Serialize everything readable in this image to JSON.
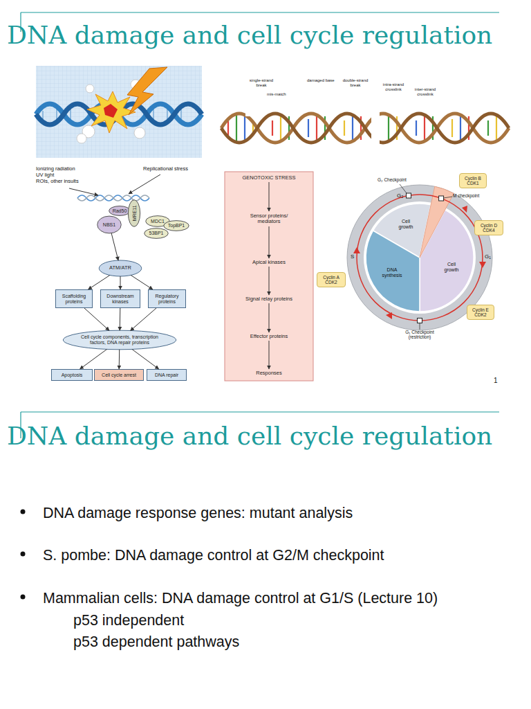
{
  "diagram": {
    "title": "DNA damage and cell cycle regulation",
    "nodes": [
      {
        "text": [
          "Rad50"
        ]
      },
      {
        "text": [
          "MRE11"
        ]
      },
      {
        "text": [
          "NBS1"
        ]
      },
      {
        "text": [
          "MDC1"
        ]
      },
      {
        "text": [
          "TopBP1"
        ]
      },
      {
        "text": [
          "53BP1"
        ]
      },
      {
        "text": [
          "ATM/ATR"
        ]
      },
      {
        "text": [
          "Scaffolding proteins"
        ]
      },
      {
        "text": [
          "Downstream kinases"
        ]
      },
      {
        "text": [
          "Regulatory proteins"
        ]
      },
      {
        "text": [
          "Cell cycle components, transcription factors, DNA repair proteins"
        ]
      },
      {
        "text": [
          "Apoptosis"
        ]
      },
      {
        "text": [
          "Cell cycle arrest"
        ]
      },
      {
        "text": [
          "DNA repair"
        ]
      },
      {
        "text": [
          "GENOTOXIC STRESS"
        ]
      },
      {
        "text": [
          "Sensor proteins/ mediators"
        ]
      },
      {
        "text": [
          "Apical kinases"
        ]
      },
      {
        "text": [
          "Signal relay proteins"
        ]
      },
      {
        "text": [
          "Effector proteins"
        ]
      },
      {
        "text": [
          "Responses"
        ]
      },
      {
        "text": [
          "Cyclin B CDK1"
        ]
      },
      {
        "text": [
          "Cyclin D CDK4"
        ]
      },
      {
        "text": [
          "Cyclin A CDK2"
        ]
      },
      {
        "text": [
          "Cyclin E CDK2"
        ]
      }
    ],
    "edges": [
      {
        "from": 2,
        "to": 6,
        "arrow": "to"
      },
      {
        "from": 6,
        "to": 7,
        "arrow": "to"
      },
      {
        "from": 6,
        "to": 8,
        "arrow": "to"
      },
      {
        "from": 6,
        "to": 9,
        "arrow": "to"
      },
      {
        "from": 7,
        "to": 10,
        "arrow": "to"
      },
      {
        "from": 8,
        "to": 10,
        "arrow": "to"
      },
      {
        "from": 9,
        "to": 10,
        "arrow": "to"
      },
      {
        "from": 10,
        "to": 11,
        "arrow": "to"
      },
      {
        "from": 10,
        "to": 12,
        "arrow": "to"
      },
      {
        "from": 10,
        "to": 13,
        "arrow": "to"
      },
      {
        "from": 14,
        "to": 15,
        "arrow": "to"
      },
      {
        "from": 15,
        "to": 16,
        "arrow": "to"
      },
      {
        "from": 16,
        "to": 17,
        "arrow": "to"
      },
      {
        "from": 17,
        "to": 18,
        "arrow": "to"
      },
      {
        "from": 18,
        "to": 19,
        "arrow": "to"
      }
    ],
    "labels": [
      "single-strand break",
      "mis-match",
      "damaged base",
      "double-strand break",
      "intra-strand crosslink",
      "inter-strand crosslink",
      "Ionizing radiation",
      "UV light",
      "ROIs, other insults",
      "Replicational stress",
      "G₂ Checkpoint",
      "M checkpoint",
      "Cell growth",
      "G₂",
      "S",
      "DNA synthesis",
      "Cell growth",
      "G₁",
      "G₁ Checkpoint (restriction)",
      "1",
      "DNA damage and cell cycle regulation",
      "DNA damage response genes: mutant analysis",
      "S. pombe: DNA damage control at G2/M checkpoint",
      "Mammalian cells: DNA damage control at G1/S (Lecture 10)",
      "p53 independent",
      "p53 dependent pathways"
    ]
  }
}
